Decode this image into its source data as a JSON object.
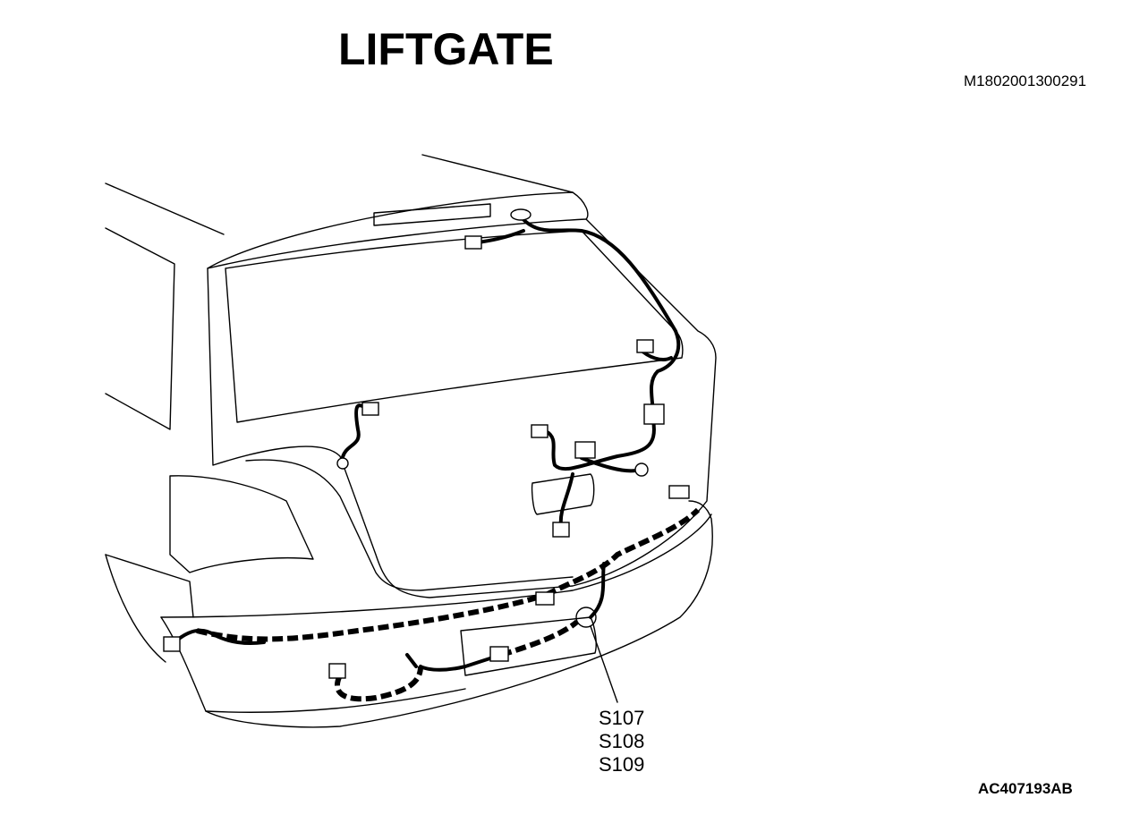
{
  "title": "LIFTGATE",
  "figure_code": "M1802001300291",
  "reference_code": "AC407193AB",
  "splice_labels": [
    "S107",
    "S108",
    "S109"
  ]
}
